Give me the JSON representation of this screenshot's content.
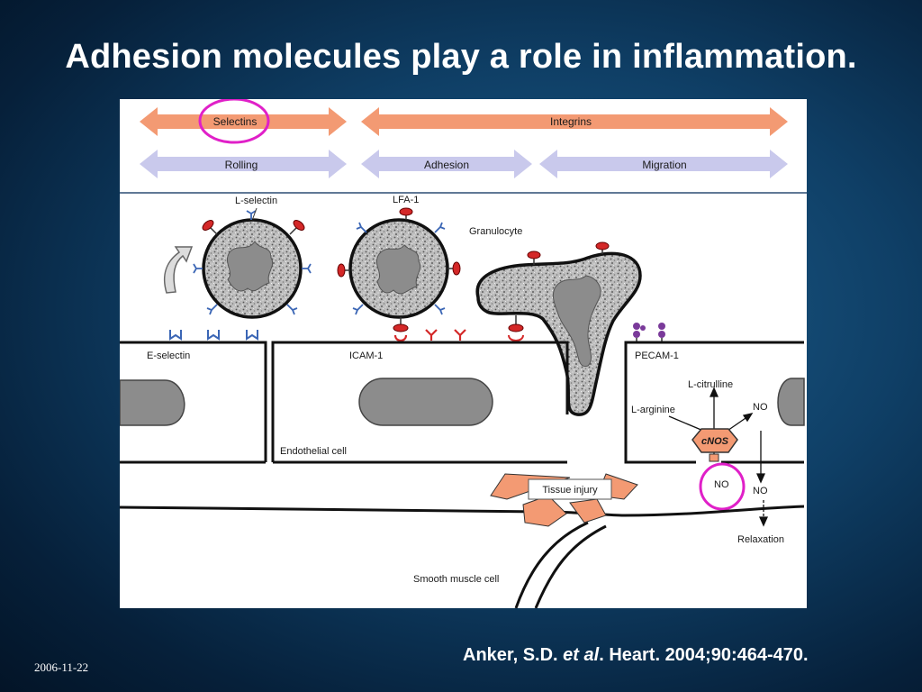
{
  "slide": {
    "title": "Adhesion molecules play a role in inflammation.",
    "citation_author": "Anker, S.D.",
    "citation_etal": "et al",
    "citation_rest": ". Heart. 2004;90:464-470.",
    "date": "2006-11-22"
  },
  "diagram": {
    "top_arrows": {
      "selectins": "Selectins",
      "integrins": "Integrins",
      "rolling": "Rolling",
      "adhesion": "Adhesion",
      "migration": "Migration"
    },
    "labels": {
      "l_selectin": "L-selectin",
      "lfa1": "LFA-1",
      "granulocyte": "Granulocyte",
      "e_selectin": "E-selectin",
      "icam1": "ICAM-1",
      "pecam1": "PECAM-1",
      "endothelial_cell": "Endothelial cell",
      "l_citrulline": "L-citrulline",
      "l_arginine": "L-arginine",
      "no_right": "NO",
      "cnos": "cNOS",
      "no_circled": "NO",
      "no_lower": "NO",
      "tissue_injury": "Tissue injury",
      "relaxation": "Relaxation",
      "smooth_muscle_cell": "Smooth muscle cell"
    },
    "colors": {
      "selectins_arrow": "#f39a73",
      "integrins_arrow": "#f39a73",
      "process_arrow": "#c9c9ec",
      "highlight_circle": "#e020c8",
      "nucleus": "#8c8c8c",
      "receptor_red": "#d42828",
      "selectin_blue": "#3b66b5",
      "pecam_purple": "#7a3a9a"
    }
  }
}
